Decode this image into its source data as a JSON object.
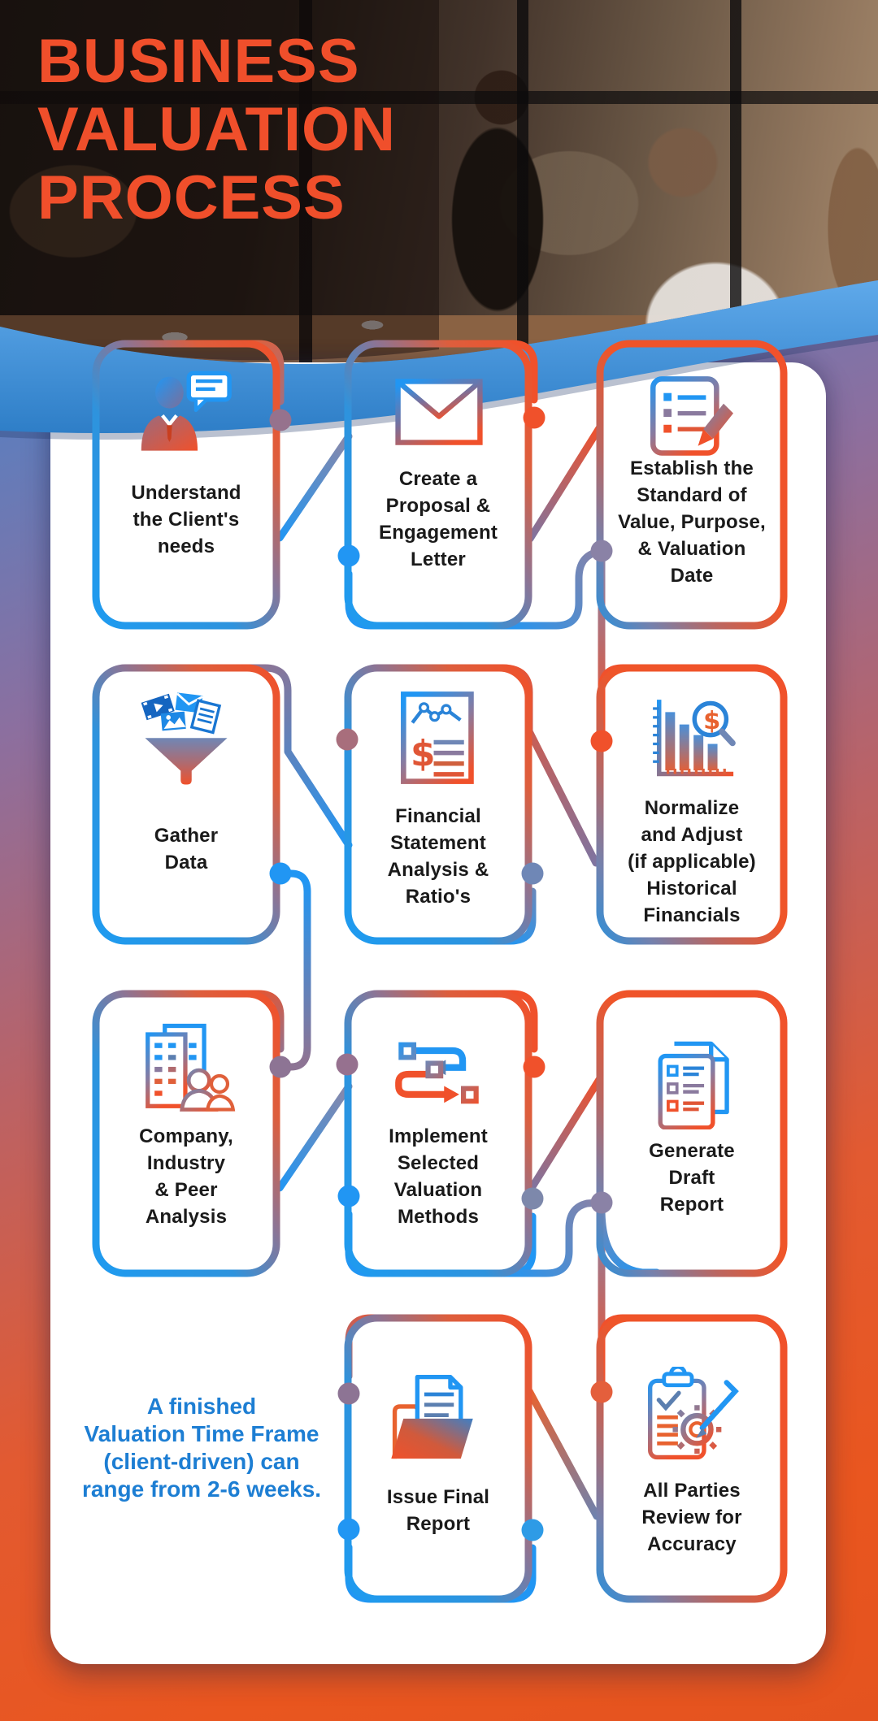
{
  "header": {
    "title": "BUSINESS\nVALUATION\nPROCESS"
  },
  "note": {
    "text": "A finished\nValuation Time Frame\n(client-driven) can\nrange from 2-6 weeks."
  },
  "steps": [
    {
      "label": "Understand\nthe Client's\nneeds",
      "icon": "client-person-chat-icon"
    },
    {
      "label": "Create a\nProposal &\nEngagement\nLetter",
      "icon": "envelope-icon"
    },
    {
      "label": "Establish the\nStandard of\nValue, Purpose,\n& Valuation\nDate",
      "icon": "checklist-pencil-icon"
    },
    {
      "label": "Gather\nData",
      "icon": "data-funnel-icon"
    },
    {
      "label": "Financial\nStatement\nAnalysis &\nRatio's",
      "icon": "financial-statement-icon"
    },
    {
      "label": "Normalize\nand Adjust\n(if applicable)\nHistorical\nFinancials",
      "icon": "bar-chart-magnifier-icon"
    },
    {
      "label": "Company,\nIndustry\n& Peer\nAnalysis",
      "icon": "buildings-people-icon"
    },
    {
      "label": "Implement\nSelected\nValuation\nMethods",
      "icon": "flowchart-arrows-icon"
    },
    {
      "label": "Generate\nDraft\nReport",
      "icon": "stacked-reports-icon"
    },
    {
      "label": "Issue Final\nReport",
      "icon": "folder-document-icon"
    },
    {
      "label": "All Parties\nReview for\nAccuracy",
      "icon": "clipboard-gear-pencil-icon"
    }
  ],
  "colors": {
    "title_orange": "#f04f2b",
    "note_blue": "#1d7ed3",
    "accent_orange": "#f0512b",
    "accent_blue": "#2196f3",
    "wave_blue": "#4190dc"
  }
}
